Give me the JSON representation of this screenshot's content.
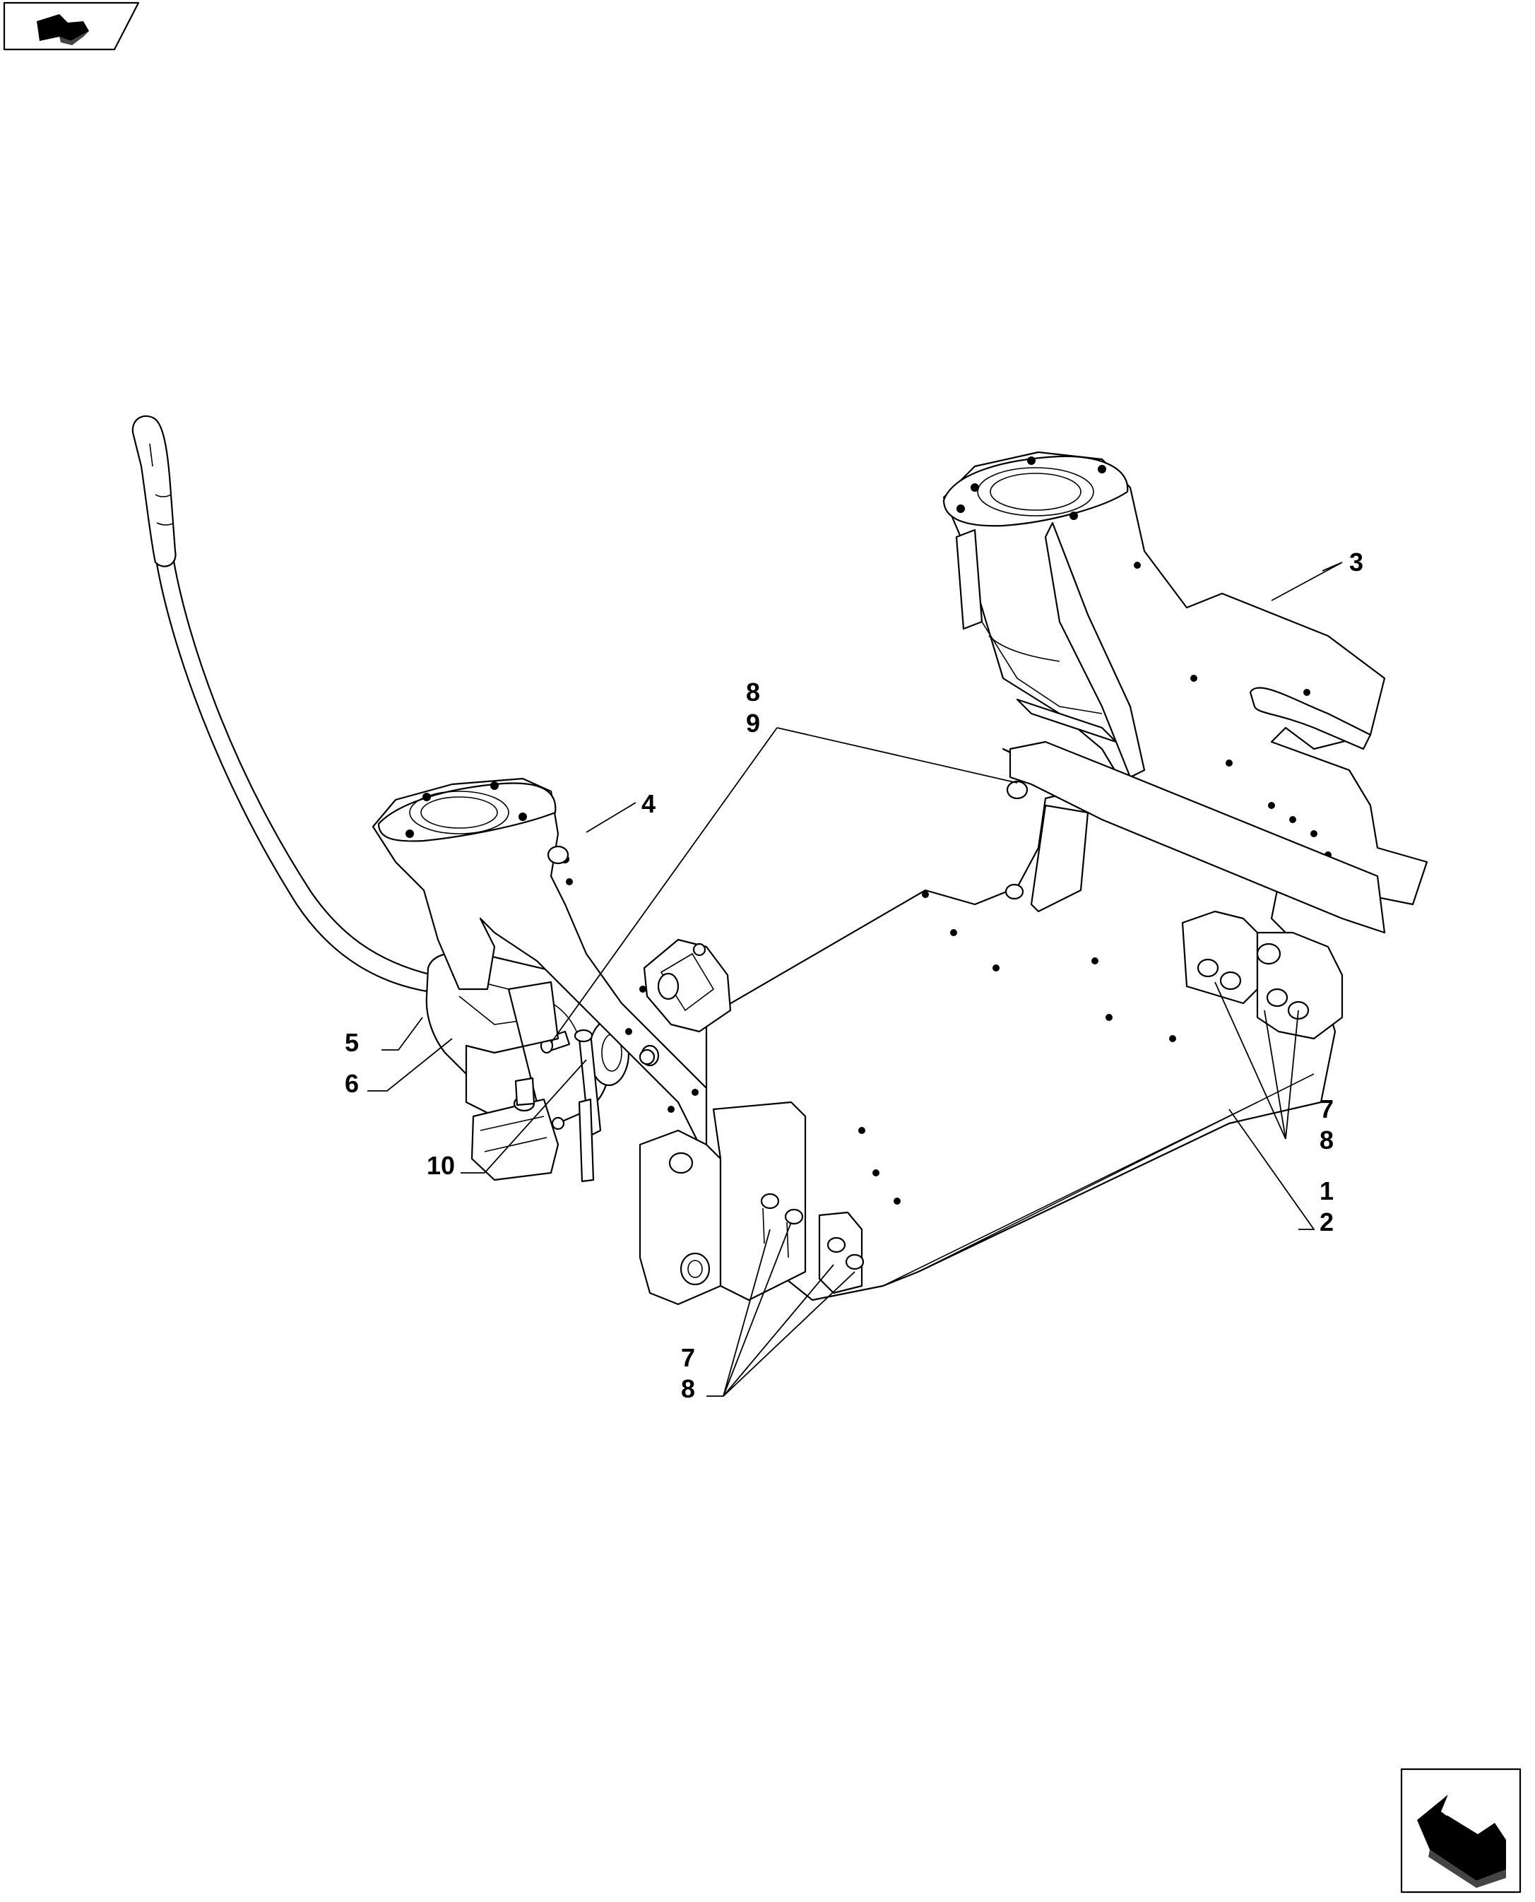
{
  "diagram": {
    "callouts": [
      {
        "id": "c3",
        "lines": [
          "3"
        ]
      },
      {
        "id": "c89",
        "lines": [
          "8",
          "9"
        ]
      },
      {
        "id": "c4",
        "lines": [
          "4"
        ]
      },
      {
        "id": "c5",
        "lines": [
          "5"
        ]
      },
      {
        "id": "c6",
        "lines": [
          "6"
        ]
      },
      {
        "id": "c10",
        "lines": [
          "10"
        ]
      },
      {
        "id": "c78r",
        "lines": [
          "7",
          "8"
        ]
      },
      {
        "id": "c12",
        "lines": [
          "1",
          "2"
        ]
      },
      {
        "id": "c78b",
        "lines": [
          "7",
          "8"
        ]
      }
    ]
  },
  "nav": {
    "top_icon": "previous-page-arrow-icon",
    "bottom_icon": "next-page-arrow-icon"
  }
}
